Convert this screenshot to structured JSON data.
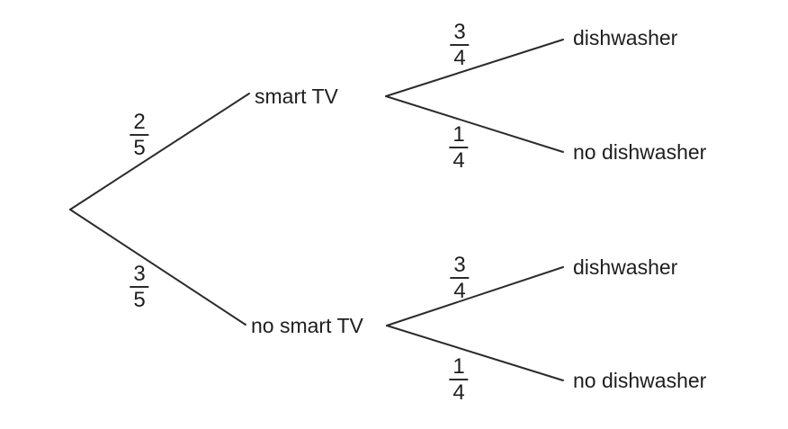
{
  "diagram": {
    "kind": "probability-tree",
    "colors": {
      "background": "#ffffff",
      "line": "#2b2b2b",
      "text": "#1e1e1e"
    },
    "tree": {
      "branches": [
        {
          "probability": {
            "num": "2",
            "den": "5"
          },
          "label": "smart TV",
          "children": [
            {
              "probability": {
                "num": "3",
                "den": "4"
              },
              "label": "dishwasher"
            },
            {
              "probability": {
                "num": "1",
                "den": "4"
              },
              "label": "no dishwasher"
            }
          ]
        },
        {
          "probability": {
            "num": "3",
            "den": "5"
          },
          "label": "no smart TV",
          "children": [
            {
              "probability": {
                "num": "3",
                "den": "4"
              },
              "label": "dishwasher"
            },
            {
              "probability": {
                "num": "1",
                "den": "4"
              },
              "label": "no dishwasher"
            }
          ]
        }
      ]
    }
  }
}
